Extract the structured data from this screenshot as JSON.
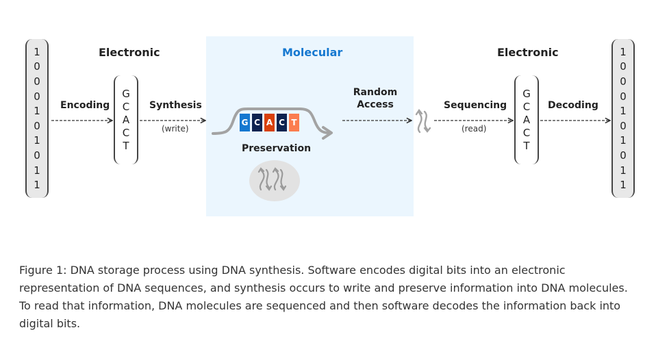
{
  "diagram": {
    "sections": {
      "left_electronic": "Electronic",
      "molecular": "Molecular",
      "right_electronic": "Electronic"
    },
    "input_bits": [
      "1",
      "0",
      "0",
      "0",
      "1",
      "0",
      "1",
      "0",
      "1",
      "1"
    ],
    "output_bits": [
      "1",
      "0",
      "0",
      "0",
      "1",
      "0",
      "1",
      "0",
      "1",
      "1"
    ],
    "left_bases": [
      "G",
      "C",
      "A",
      "C",
      "T"
    ],
    "right_bases": [
      "G",
      "C",
      "A",
      "C",
      "T"
    ],
    "steps": {
      "encoding": "Encoding",
      "synthesis": "Synthesis",
      "synthesis_note": "(write)",
      "preservation": "Preservation",
      "random_access_line1": "Random",
      "random_access_line2": "Access",
      "sequencing": "Sequencing",
      "sequencing_note": "(read)",
      "decoding": "Decoding"
    },
    "strand_bases": [
      {
        "letter": "G",
        "color": "#1578d0"
      },
      {
        "letter": "C",
        "color": "#0d2350"
      },
      {
        "letter": "A",
        "color": "#d8410c"
      },
      {
        "letter": "C",
        "color": "#0d2350"
      },
      {
        "letter": "T",
        "color": "#fb7d4f"
      }
    ],
    "colors": {
      "panel_background": "#ebf6fe",
      "molecular_heading": "#1578d0",
      "strand_gray": "#a3a3a3"
    }
  },
  "caption": "Figure 1: DNA storage process using DNA synthesis. Software encodes digital bits into an electronic representation of DNA sequences, and synthesis occurs to write and preserve information into DNA molecules. To read that information, DNA molecules are sequenced and then software decodes the information back into digital bits."
}
